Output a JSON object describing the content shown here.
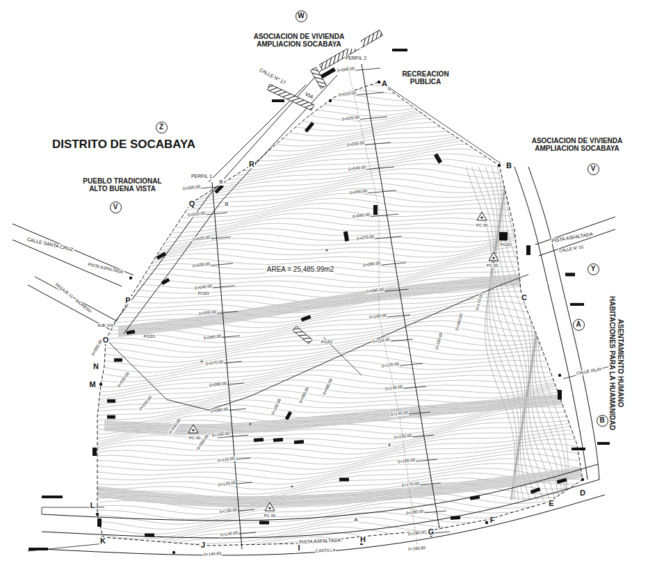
{
  "diagram": {
    "nodes": [
      {
        "text": [
          "W"
        ]
      },
      {
        "text": [
          "Z"
        ]
      },
      {
        "text": [
          "V"
        ]
      },
      {
        "text": [
          "V"
        ]
      },
      {
        "text": [
          "Y"
        ]
      },
      {
        "text": [
          "A"
        ]
      },
      {
        "text": [
          "B"
        ]
      }
    ],
    "labels": [
      "ASOCIACION DE VIVIENDA AMPLIACION SOCABAYA",
      "RECREACION PUBLICA",
      "DISTRITO DE SOCABAYA",
      "PUEBLO TRADICIONAL ALTO BUENA VISTA",
      "ASOCIACION DE VIVIENDA AMPLIACION SOCABAYA",
      "ASENTAMIENTO HUMANO HABITACIONES PARA LA HUAMANIDAD",
      "CALLE N° 17",
      "VIA",
      "PERFIL 2",
      "PERFIL 1",
      "CALLE SANTA CRUZ",
      "PISTA ASFALTADA",
      "PASAJE 11",
      "INGRESO",
      "EJE VIA",
      "PISTA ASFALTADA",
      "CALLE N° 01",
      "CALLE ISLAY",
      "PISTA ASFALTADA",
      "CASTILLA",
      "AREA = 25,485.99m2",
      "POZO",
      "POZO",
      "POZO",
      "POZO",
      "PC 00",
      "PC 00",
      "PC 00",
      "PC 00",
      "A",
      "B",
      "C",
      "D",
      "E",
      "F",
      "G",
      "H",
      "I",
      "J",
      "K",
      "L",
      "M",
      "N",
      "O",
      "P",
      "Q",
      "R",
      "B",
      "B",
      "A",
      "0+000.00",
      "0+010.00",
      "0+020.00",
      "0+030.00",
      "0+040.00",
      "0+050.00",
      "0+060.00",
      "0+070.00",
      "0+080.00",
      "0+090.00",
      "0+100.00",
      "0+110.00",
      "0+120.00",
      "0+130.00",
      "0+140.00",
      "0+140.93",
      "0+000.00",
      "0+020.00",
      "0+030.00",
      "0+040.00",
      "0+050.00",
      "0+000.00",
      "0+010.00",
      "0+020.00",
      "0+030.00",
      "0+040.00",
      "0+050.00",
      "0+060.00",
      "0+070.00",
      "0+080.00",
      "0+090.00",
      "0+100.00",
      "0+110.00",
      "0+120.00",
      "0+130.00",
      "0+140.00",
      "0+150.00",
      "0+160.00",
      "0+170.00",
      "0+180.00",
      "0+190.00",
      "0+193.85",
      "0+170.00",
      "0+160.00",
      "0+150.00",
      "0+100.00",
      "0+090.00",
      "0+080.00"
    ]
  }
}
